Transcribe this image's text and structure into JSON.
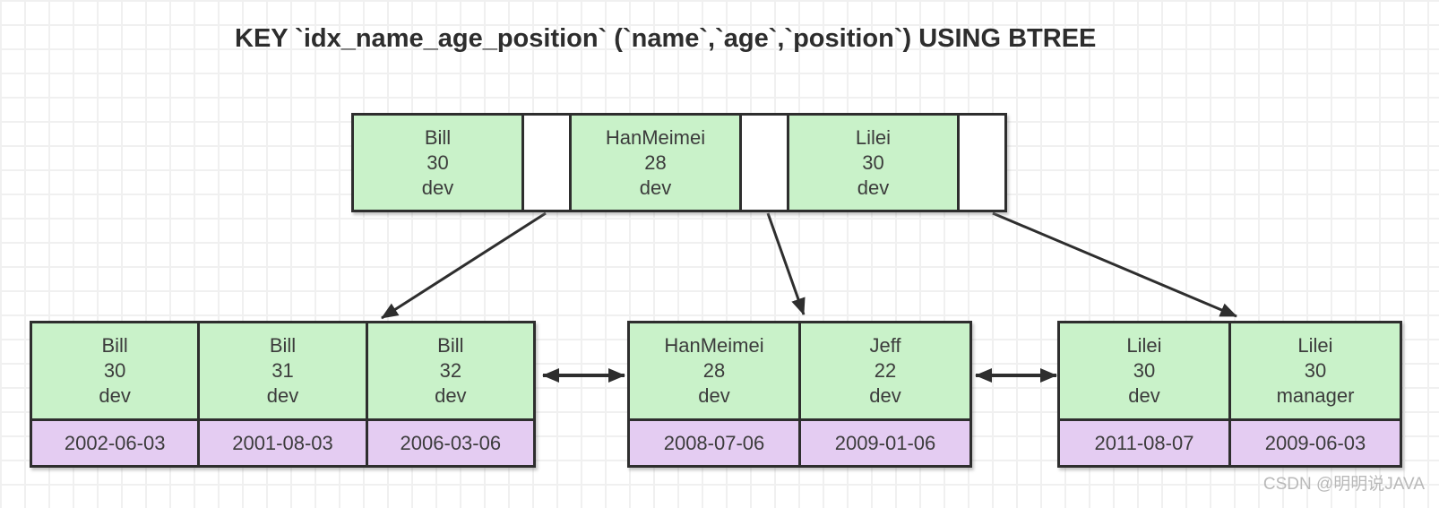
{
  "title": "KEY `idx_name_age_position` (`name`,`age`,`position`) USING BTREE",
  "watermark": "CSDN @明明说JAVA",
  "colors": {
    "index_key_cell": "#c9f2c9",
    "data_row_cell": "#e4ccf2",
    "node_border": "#2e2e2e",
    "grid_line": "#f0f0f0",
    "text": "#3c3c3c",
    "watermark_text": "#b9b9b9"
  },
  "root_node": {
    "keys": [
      {
        "name": "Bill",
        "age": "30",
        "position": "dev"
      },
      {
        "name": "HanMeimei",
        "age": "28",
        "position": "dev"
      },
      {
        "name": "Lilei",
        "age": "30",
        "position": "dev"
      }
    ]
  },
  "leaf_nodes": [
    {
      "entries": [
        {
          "name": "Bill",
          "age": "30",
          "position": "dev",
          "date": "2002-06-03"
        },
        {
          "name": "Bill",
          "age": "31",
          "position": "dev",
          "date": "2001-08-03"
        },
        {
          "name": "Bill",
          "age": "32",
          "position": "dev",
          "date": "2006-03-06"
        }
      ]
    },
    {
      "entries": [
        {
          "name": "HanMeimei",
          "age": "28",
          "position": "dev",
          "date": "2008-07-06"
        },
        {
          "name": "Jeff",
          "age": "22",
          "position": "dev",
          "date": "2009-01-06"
        }
      ]
    },
    {
      "entries": [
        {
          "name": "Lilei",
          "age": "30",
          "position": "dev",
          "date": "2011-08-07"
        },
        {
          "name": "Lilei",
          "age": "30",
          "position": "manager",
          "date": "2009-06-03"
        }
      ]
    }
  ]
}
